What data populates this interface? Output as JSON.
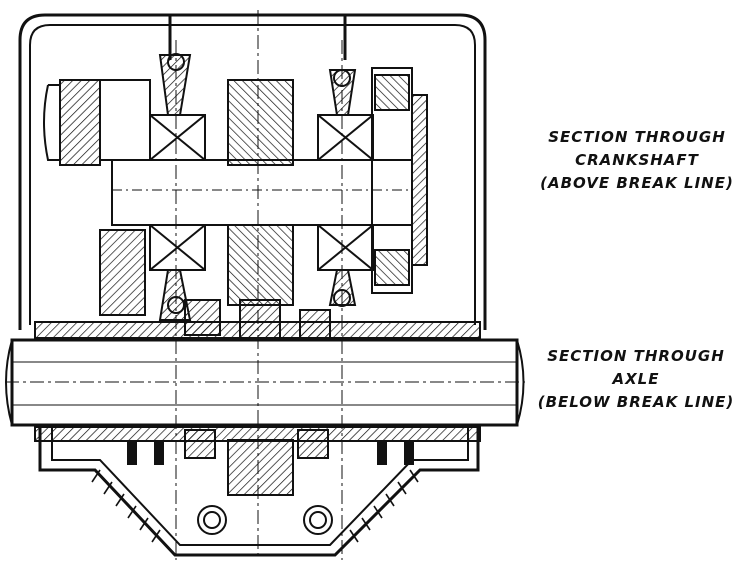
{
  "labels": {
    "crankshaft": {
      "line1": "SECTION THROUGH",
      "line2": "CRANKSHAFT",
      "line3": "(ABOVE BREAK LINE)"
    },
    "axle": {
      "line1": "SECTION THROUGH",
      "line2": "AXLE",
      "line3": "(BELOW BREAK LINE)"
    }
  },
  "colors": {
    "ink": "#111111",
    "paper": "#ffffff"
  }
}
